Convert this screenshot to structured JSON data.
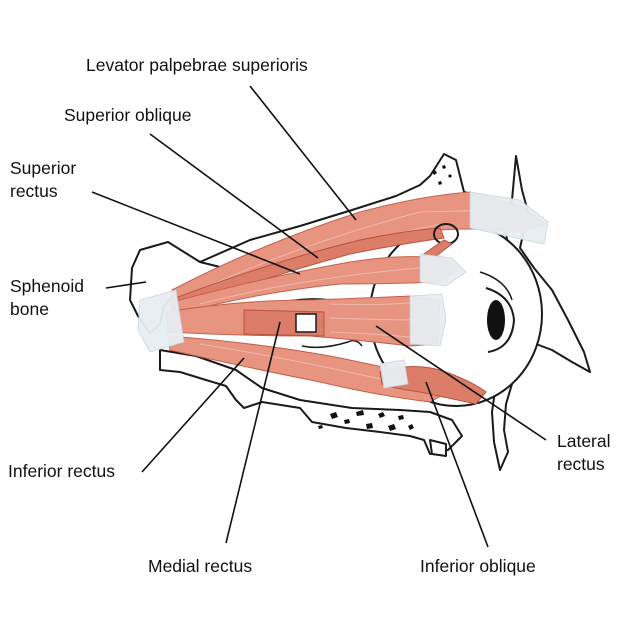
{
  "labels": {
    "levator": "Levator palpebrae superioris",
    "superior_oblique": "Superior oblique",
    "superior_rectus": "Superior\nrectus",
    "sphenoid": "Sphenoid\nbone",
    "inferior_rectus": "Inferior rectus",
    "medial_rectus": "Medial rectus",
    "inferior_oblique": "Inferior oblique",
    "lateral_rectus": "Lateral\nrectus"
  }
}
